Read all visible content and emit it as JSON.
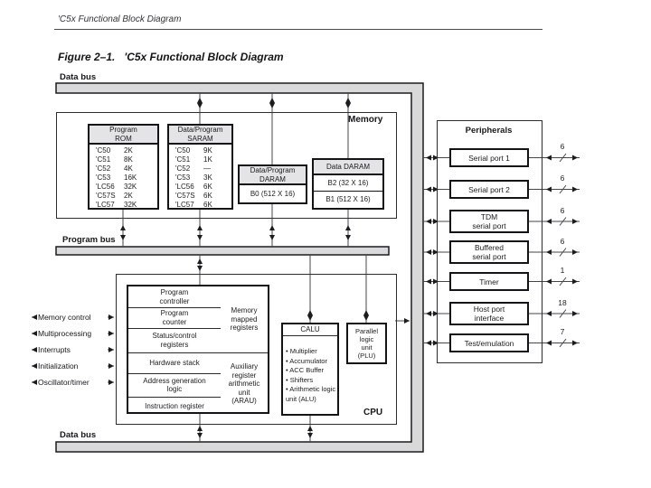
{
  "page": {
    "running_header": "'C5x Functional Block Diagram",
    "figure_caption_prefix": "Figure 2–1.",
    "figure_caption_title": "'C5x Functional Block Diagram"
  },
  "buses": {
    "data_bus_top": "Data bus",
    "program_bus": "Program bus",
    "data_bus_bottom": "Data bus"
  },
  "memory": {
    "label": "Memory",
    "program_rom": {
      "title": "Program\nROM",
      "rows": [
        [
          "'C50",
          "2K"
        ],
        [
          "'C51",
          "8K"
        ],
        [
          "'C52",
          "4K"
        ],
        [
          "'C53",
          "16K"
        ],
        [
          "'LC56",
          "32K"
        ],
        [
          "'C57S",
          "2K"
        ],
        [
          "'LC57",
          "32K"
        ]
      ]
    },
    "saram": {
      "title": "Data/Program\nSARAM",
      "rows": [
        [
          "'C50",
          "9K"
        ],
        [
          "'C51",
          "1K"
        ],
        [
          "'C52",
          "—"
        ],
        [
          "'C53",
          "3K"
        ],
        [
          "'LC56",
          "6K"
        ],
        [
          "'C57S",
          "6K"
        ],
        [
          "'LC57",
          "6K"
        ]
      ]
    },
    "daram_data_program": {
      "title": "Data/Program\nDARAM",
      "cell": "B0 (512 X 16)"
    },
    "daram_data": {
      "title": "Data DARAM",
      "cells": [
        "B2 (32 X 16)",
        "B1 (512 X 16)"
      ]
    }
  },
  "cpu": {
    "label": "CPU",
    "rows": [
      "Program\ncontroller",
      "Program\ncounter",
      "Status/control\nregisters",
      "Hardware stack",
      "Address generation\nlogic",
      "Instruction register"
    ],
    "memory_mapped": "Memory\nmapped\nregisters",
    "arau": "Auxiliary\nregister\narithmetic\nunit\n(ARAU)",
    "calu_title": "CALU",
    "calu_items": [
      "Multiplier",
      "Accumulator",
      "ACC Buffer",
      "Shifters",
      "Arithmetic logic unit (ALU)"
    ],
    "plu": "Parallel\nlogic\nunit\n(PLU)"
  },
  "signals": [
    "Memory control",
    "Multiprocessing",
    "Interrupts",
    "Initialization",
    "Oscillator/timer"
  ],
  "peripherals": {
    "label": "Peripherals",
    "items": [
      {
        "name": "Serial port 1",
        "width": "6"
      },
      {
        "name": "Serial port 2",
        "width": "6"
      },
      {
        "name": "TDM\nserial port",
        "width": "6"
      },
      {
        "name": "Buffered\nserial port",
        "width": "6"
      },
      {
        "name": "Timer",
        "width": "1"
      },
      {
        "name": "Host port\ninterface",
        "width": "18"
      },
      {
        "name": "Test/emulation",
        "width": "7"
      }
    ]
  },
  "colors": {
    "bus_fill": "#d9d9d9",
    "header_fill": "#e4e4e6",
    "ink": "#1c1c1e"
  }
}
